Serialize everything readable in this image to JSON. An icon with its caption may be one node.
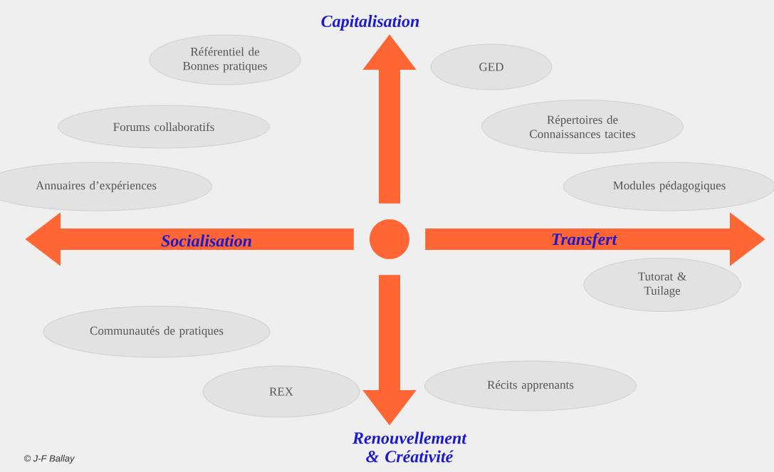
{
  "diagram": {
    "nodes": [
      {
        "text": [
          "Référentiel de Bonnes pratiques"
        ]
      },
      {
        "text": [
          "GED"
        ]
      },
      {
        "text": [
          "Forums collaboratifs"
        ]
      },
      {
        "text": [
          "Répertoires de Connaissances tacites"
        ]
      },
      {
        "text": [
          "Annuaires d’expériences"
        ]
      },
      {
        "text": [
          "Modules pédagogiques"
        ]
      },
      {
        "text": [],
        "shape": "circle"
      },
      {
        "text": [
          "Tutorat & Tuilage"
        ]
      },
      {
        "text": [
          "Communautés de pratiques"
        ]
      },
      {
        "text": [
          "REX"
        ]
      },
      {
        "text": [
          "Récits apprenants"
        ]
      }
    ],
    "edges": [
      {
        "from": 6,
        "to": null,
        "arrow": "to",
        "label": "Capitalisation"
      },
      {
        "from": 6,
        "to": null,
        "arrow": "to",
        "label": "Socialisation"
      },
      {
        "from": 6,
        "to": null,
        "arrow": "to",
        "label": "Transfert"
      },
      {
        "from": 6,
        "to": null,
        "arrow": "to",
        "label": "Renouvellement & Créativité"
      }
    ],
    "labels": [
      "© J-F Ballay"
    ]
  }
}
